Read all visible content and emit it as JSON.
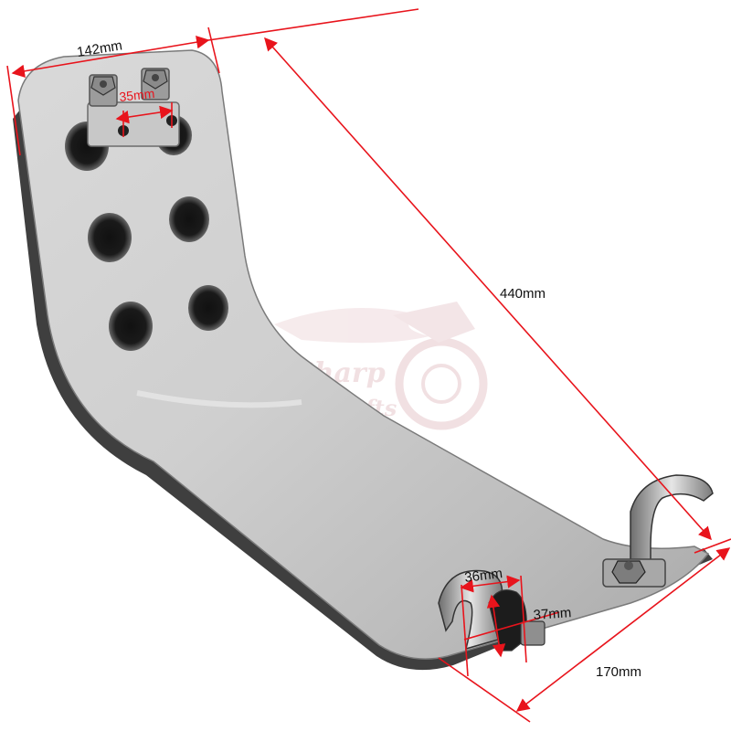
{
  "colors": {
    "dimension_line": "#e8141c",
    "plate_light": "#dcdcdc",
    "plate_dark": "#5a5a5a",
    "watermark": "#e7c8cc"
  },
  "dimensions": {
    "top_width": "142mm",
    "bracket_hole_spacing": "35mm",
    "overall_length": "440mm",
    "clamp_width": "36mm",
    "clamp_height": "37mm",
    "bottom_width": "170mm"
  },
  "watermark": {
    "line1": "Sharp",
    "line2": "Crafts"
  }
}
